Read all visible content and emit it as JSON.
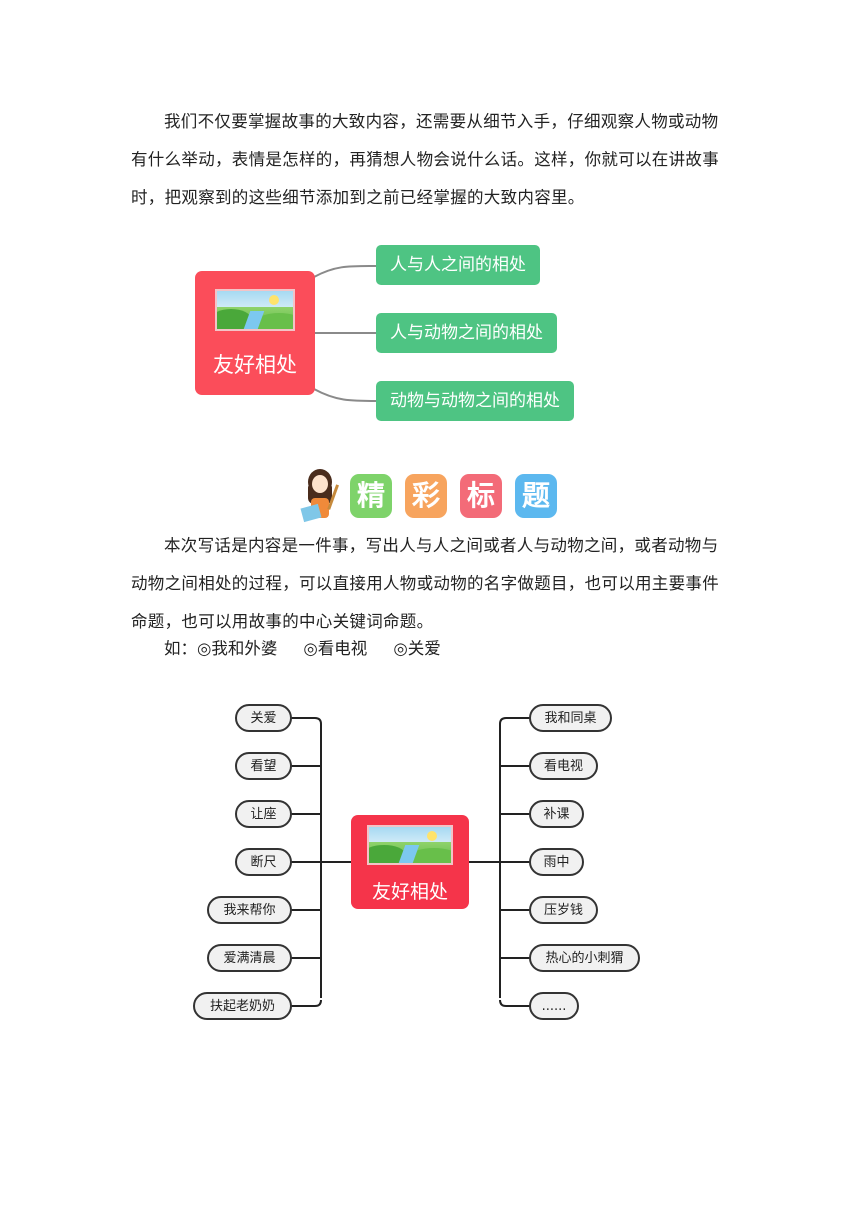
{
  "intro_paragraph": "我们不仅要掌握故事的大致内容，还需要从细节入手，仔细观察人物或动物有什么举动，表情是怎样的，再猜想人物会说什么话。这样，你就可以在讲故事时，把观察到的这些细节添加到之前已经掌握的大致内容里。",
  "mindmap1": {
    "center_label": "友好相处",
    "branches": [
      "人与人之间的相处",
      "人与动物之间的相处",
      "动物与动物之间的相处"
    ]
  },
  "section_title": {
    "chars": [
      "精",
      "彩",
      "标",
      "题"
    ],
    "colors": [
      "#7ed36a",
      "#f7a45e",
      "#f36b78",
      "#5cb8ef"
    ]
  },
  "body_paragraph": "本次写话是内容是一件事，写出人与人之间或者人与动物之间，或者动物与动物之间相处的过程，可以直接用人物或动物的名字做题目，也可以用主要事件命题，也可以用故事的中心关键词命题。",
  "examples": {
    "prefix": "如：",
    "items": [
      "◎我和外婆",
      "◎看电视",
      "◎关爱"
    ]
  },
  "mindmap2": {
    "center_label": "友好相处",
    "left": [
      "关爱",
      "看望",
      "让座",
      "断尺",
      "我来帮你",
      "爱满清晨",
      "扶起老奶奶"
    ],
    "right": [
      "我和同桌",
      "看电视",
      "补课",
      "雨中",
      "压岁钱",
      "热心的小刺猬",
      "......"
    ]
  }
}
